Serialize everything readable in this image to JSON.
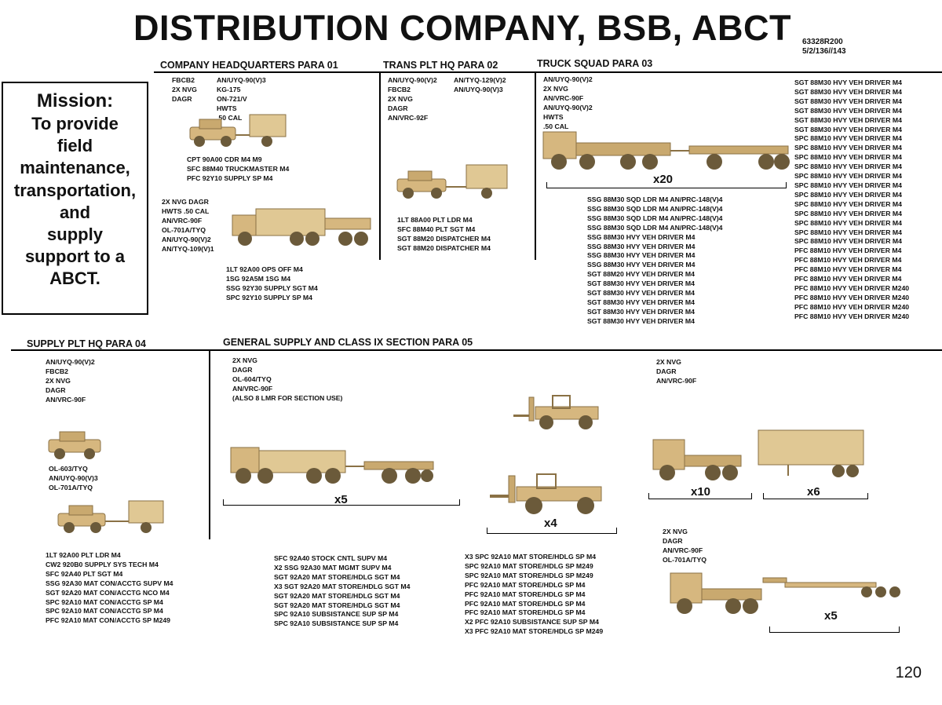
{
  "title": "DISTRIBUTION COMPANY, BSB, ABCT",
  "doc_number": "63328R200",
  "doc_strength": "5/2/136//143",
  "page_number": "120",
  "colors": {
    "vehicle": "#d6b77f",
    "vehicle_dark": "#8a7145",
    "lines": "#000000"
  },
  "mission": {
    "heading": "Mission:",
    "lines": [
      "To provide",
      "field",
      "maintenance,",
      "transportation,",
      "and",
      "supply",
      "support to a",
      "ABCT."
    ]
  },
  "headers": {
    "co_hq": "COMPANY HEADQUARTERS   PARA 01",
    "trans_hq": "TRANS PLT HQ PARA 02",
    "truck_squad": "TRUCK SQUAD  PARA 03",
    "supply_hq": "SUPPLY PLT HQ  PARA 04",
    "gen_supply": "GENERAL SUPPLY AND CLASS IX SECTION   PARA 05"
  },
  "co_hq": {
    "equip_a": [
      "FBCB2",
      "2X NVG",
      "DAGR"
    ],
    "equip_b": [
      "AN/UYQ-90(V)3",
      "KG-175",
      "ON-721/V",
      "HWTS",
      ".50 CAL"
    ],
    "personnel_a": [
      "CPT 90A00 CDR M4 M9",
      "SFC 88M40 TRUCKMASTER M4",
      "PFC 92Y10 SUPPLY SP M4"
    ],
    "equip_c": [
      "2X NVG  DAGR",
      "HWTS  .50 CAL",
      "AN/VRC-90F",
      "OL-701A/TYQ",
      "AN/UYQ-90(V)2",
      "AN/TYQ-109(V)1"
    ],
    "personnel_b": [
      "1LT 92A00 OPS OFF M4",
      "1SG 92A5M 1SG M4",
      "SSG 92Y30 SUPPLY SGT M4",
      "SPC 92Y10 SUPPLY SP M4"
    ]
  },
  "trans_hq": {
    "equip_a": [
      "AN/UYQ-90(V)2",
      "FBCB2",
      "2X NVG",
      "DAGR",
      "AN/VRC-92F"
    ],
    "equip_b": [
      "AN/TYQ-129(V)2",
      "AN/UYQ-90(V)3"
    ],
    "personnel": [
      "1LT 88A00 PLT LDR M4",
      "SFC 88M40 PLT SGT M4",
      "SGT 88M20 DISPATCHER M4",
      "SGT 88M20 DISPATCHER M4"
    ]
  },
  "truck_squad": {
    "equip": [
      "AN/UYQ-90(V)2",
      "2X NVG",
      "AN/VRC-90F",
      "AN/UYQ-90(V)2",
      "HWTS",
      ".50 CAL"
    ],
    "multiplier": "x20",
    "personnel_mid": [
      "SSG 88M30 SQD LDR M4 AN/PRC-148(V)4",
      "SSG 88M30 SQD LDR M4 AN/PRC-148(V)4",
      "SSG 88M30 SQD LDR M4 AN/PRC-148(V)4",
      "SSG 88M30 SQD LDR M4 AN/PRC-148(V)4",
      "SSG 88M30 HVY VEH DRIVER M4",
      "SSG 88M30 HVY VEH DRIVER M4",
      "SSG 88M30 HVY VEH DRIVER M4",
      "SSG 88M30 HVY VEH DRIVER M4",
      "SGT 88M20 HVY VEH DRIVER M4",
      "SGT 88M30 HVY VEH DRIVER M4",
      "SGT 88M30 HVY VEH DRIVER M4",
      "SGT 88M30 HVY VEH DRIVER M4",
      "SGT 88M30 HVY VEH DRIVER M4",
      "SGT 88M30 HVY VEH DRIVER M4"
    ],
    "personnel_right": [
      "SGT 88M30 HVY VEH DRIVER M4",
      "SGT 88M30 HVY VEH DRIVER M4",
      "SGT 88M30 HVY VEH DRIVER M4",
      "SGT 88M30 HVY VEH DRIVER M4",
      "SGT 88M30 HVY VEH DRIVER M4",
      "SGT 88M30 HVY VEH DRIVER M4",
      "SPC 88M10 HVY VEH DRIVER M4",
      "SPC 88M10 HVY VEH DRIVER M4",
      "SPC 88M10 HVY VEH DRIVER M4",
      "SPC 88M10 HVY VEH DRIVER M4",
      "SPC 88M10 HVY VEH DRIVER M4",
      "SPC 88M10 HVY VEH DRIVER M4",
      "SPC 88M10 HVY VEH DRIVER M4",
      "SPC 88M10 HVY VEH DRIVER M4",
      "SPC 88M10 HVY VEH DRIVER M4",
      "SPC 88M10 HVY VEH DRIVER M4",
      "SPC 88M10 HVY VEH DRIVER M4",
      "SPC 88M10 HVY VEH DRIVER M4",
      "PFC 88M10 HVY VEH DRIVER M4",
      "PFC 88M10 HVY VEH DRIVER M4",
      "PFC 88M10 HVY VEH DRIVER M4",
      "PFC 88M10 HVY VEH DRIVER M4",
      "PFC 88M10 HVY VEH DRIVER M240",
      "PFC 88M10 HVY VEH DRIVER M240",
      "PFC 88M10 HVY VEH DRIVER M240",
      "PFC 88M10 HVY VEH DRIVER M240"
    ]
  },
  "supply_hq": {
    "equip_a": [
      "AN/UYQ-90(V)2",
      "FBCB2",
      "2X NVG",
      "DAGR",
      "AN/VRC-90F"
    ],
    "equip_b": [
      "OL-603/TYQ",
      "AN/UYQ-90(V)3",
      "OL-701A/TYQ"
    ],
    "personnel": [
      "1LT 92A00 PLT LDR M4",
      "CW2 920B0 SUPPLY SYS TECH M4",
      "SFC 92A40 PLT SGT M4",
      "SSG 92A30 MAT CON/ACCTG SUPV M4",
      "SGT 92A20 MAT CON/ACCTG NCO M4",
      "SPC 92A10 MAT CON/ACCTG SP M4",
      "SPC 92A10 MAT CON/ACCTG SP M4",
      "PFC 92A10 MAT CON/ACCTG SP M249"
    ]
  },
  "gen_supply": {
    "equip_a": [
      "2X NVG",
      "DAGR",
      "OL-604/TYQ",
      "AN/VRC-90F",
      "(ALSO 8 LMR FOR SECTION USE)"
    ],
    "equip_b": [
      "2X NVG",
      "DAGR",
      "AN/VRC-90F"
    ],
    "equip_c": [
      "2X NVG",
      "DAGR",
      "AN/VRC-90F",
      "OL-701A/TYQ"
    ],
    "mult_truck": "x5",
    "mult_forklift": "x4",
    "mult_tractor": "x10",
    "mult_van": "x6",
    "mult_lowboy": "x5",
    "personnel_a": [
      "SFC 92A40 STOCK CNTL SUPV M4",
      "X2 SSG 92A30 MAT MGMT SUPV M4",
      "SGT 92A20 MAT STORE/HDLG SGT M4",
      "X3 SGT 92A20 MAT STORE/HDLG SGT M4",
      "SGT 92A20 MAT STORE/HDLG SGT M4",
      "SGT 92A20 MAT STORE/HDLG SGT M4",
      "SPC 92A10 SUBSISTANCE SUP SP M4",
      "SPC 92A10 SUBSISTANCE SUP SP M4"
    ],
    "personnel_b": [
      "X3 SPC 92A10 MAT STORE/HDLG SP M4",
      "SPC 92A10 MAT STORE/HDLG SP M249",
      "SPC 92A10 MAT STORE/HDLG SP M249",
      "PFC 92A10 MAT STORE/HDLG SP M4",
      "PFC 92A10 MAT STORE/HDLG SP M4",
      "PFC 92A10 MAT STORE/HDLG SP M4",
      "PFC 92A10 MAT STORE/HDLG SP M4",
      "X2 PFC 92A10 SUBSISTANCE SUP SP M4",
      "X3 PFC 92A10 MAT STORE/HDLG SP M249"
    ]
  }
}
